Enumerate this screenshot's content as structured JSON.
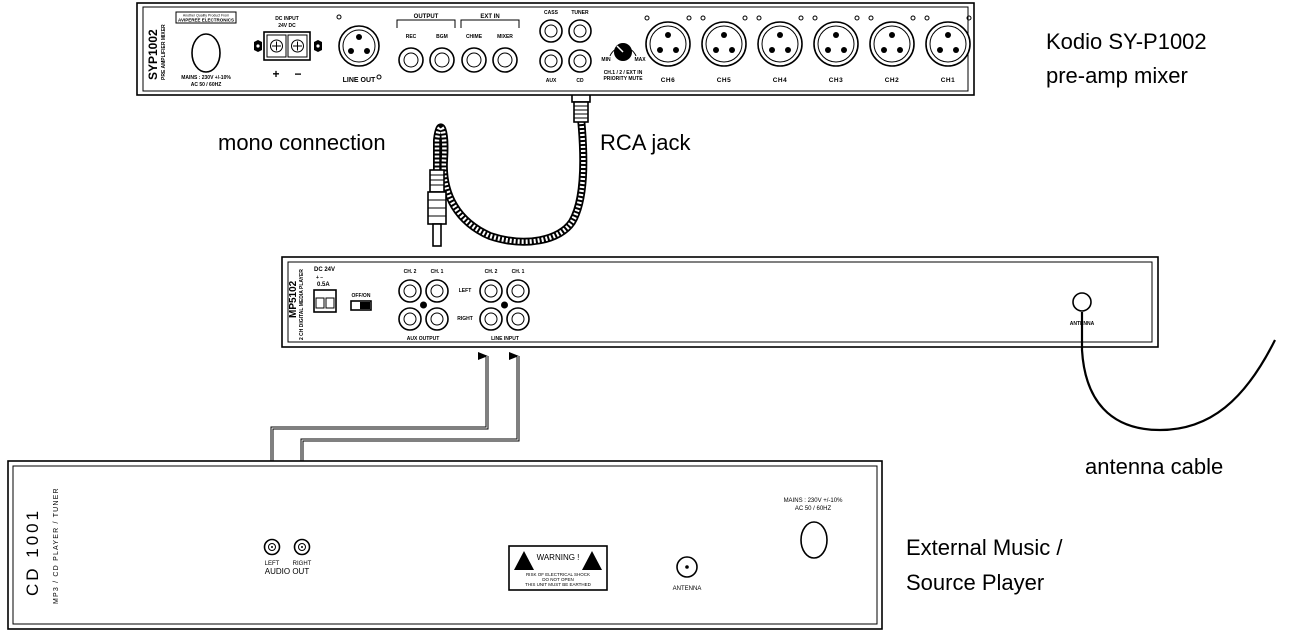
{
  "captions": {
    "mixer_title_1": "Kodio SY-P1002",
    "mixer_title_2": "pre-amp mixer",
    "mono_connection": "mono connection",
    "rca_jack": "RCA jack",
    "antenna_cable": "antenna cable",
    "source_player_1": "External Music /",
    "source_player_2": "Source Player"
  },
  "mixer": {
    "model": "SYP1002",
    "model_sub": "PRE AMPLIFIER MIXER",
    "brand_line_1": "Another Quality Product From",
    "brand_line_2": "AVIPEREE ELECTRONICS",
    "mains_1": "MAINS : 230V +/-10%",
    "mains_2": "AC 50 / 60HZ",
    "dc_input_1": "DC INPUT",
    "dc_input_2": "24V DC",
    "plus": "+",
    "minus": "−",
    "line_out": "LINE OUT",
    "output": "OUTPUT",
    "ext_in": "EXT IN",
    "rec": "REC",
    "bgm": "BGM",
    "chime": "CHIME",
    "mixer_label": "MIXER",
    "cass": "CASS",
    "tuner": "TUNER",
    "aux": "AUX",
    "cd": "CD",
    "min": "MIN",
    "max": "MAX",
    "priority_1": "CH.1 / 2 / EXT IN",
    "priority_2": "PRIORITY MUTE",
    "channels": [
      "CH6",
      "CH5",
      "CH4",
      "CH3",
      "CH2",
      "CH1"
    ]
  },
  "mp3": {
    "model": "MP5102",
    "model_sub": "2 CH DIGITAL MEDIA PLAYER",
    "dc": "DC 24V",
    "polarity": "+  −",
    "amp": "0.5A",
    "offon": "OFF/ON",
    "ch2": "CH. 2",
    "ch1": "CH. 1",
    "left": "LEFT",
    "right": "RIGHT",
    "aux_output": "AUX OUTPUT",
    "line_input": "LINE INPUT",
    "antenna": "ANTENNA"
  },
  "cd": {
    "model": "CD 1001",
    "model_sub": "MP3 / CD PLAYER / TUNER",
    "left": "LEFT",
    "right": "RIGHT",
    "audio_out": "AUDIO OUT",
    "warning": "WARNING !",
    "warn_1": "RISK OF ELECTRICAL SHOCK",
    "warn_2": "DO NOT OPEN",
    "warn_3": "THIS UNIT MUST BE EARTHED",
    "antenna": "ANTENNA",
    "mains_1": "MAINS : 230V +/-10%",
    "mains_2": "AC 50 / 60HZ"
  }
}
